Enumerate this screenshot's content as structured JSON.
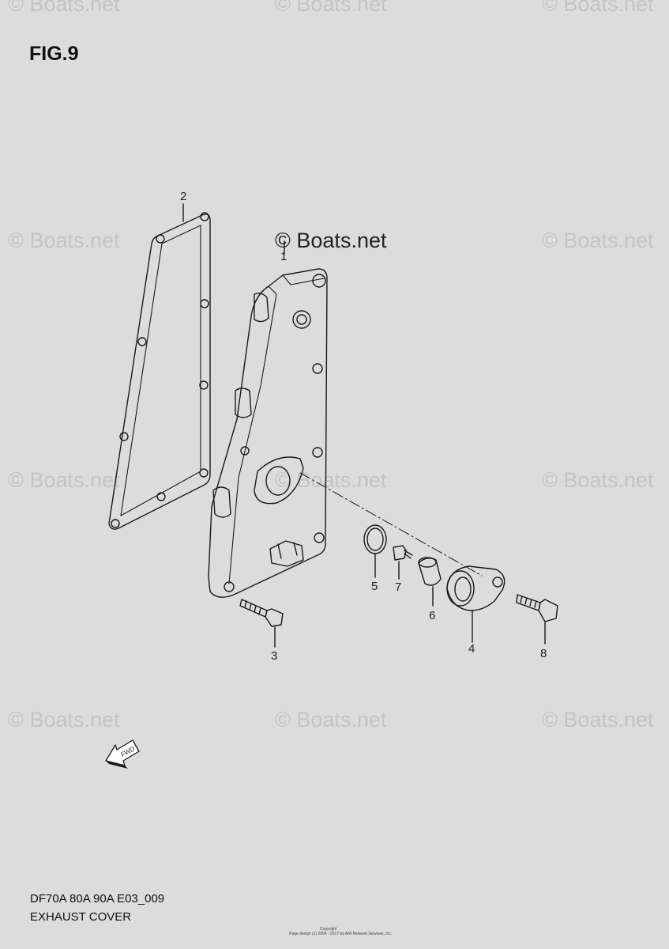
{
  "figure": {
    "label": "FIG.9"
  },
  "watermark": {
    "text": "© Boats.net"
  },
  "callouts": {
    "gasket": "2",
    "cover": "1",
    "bolt_long": "3",
    "o_ring": "5",
    "screw": "7",
    "grommet": "6",
    "cap": "4",
    "bolt_short": "8"
  },
  "fwd_arrow": {
    "text": "FWD"
  },
  "footer": {
    "model_code": "DF70A 80A 90A E03_009",
    "section_title": "EXHAUST COVER",
    "copyright_line1": "Copyright",
    "copyright_line2": "Page design (c) 2004 - 2017 by ARI Network Services, Inc."
  }
}
